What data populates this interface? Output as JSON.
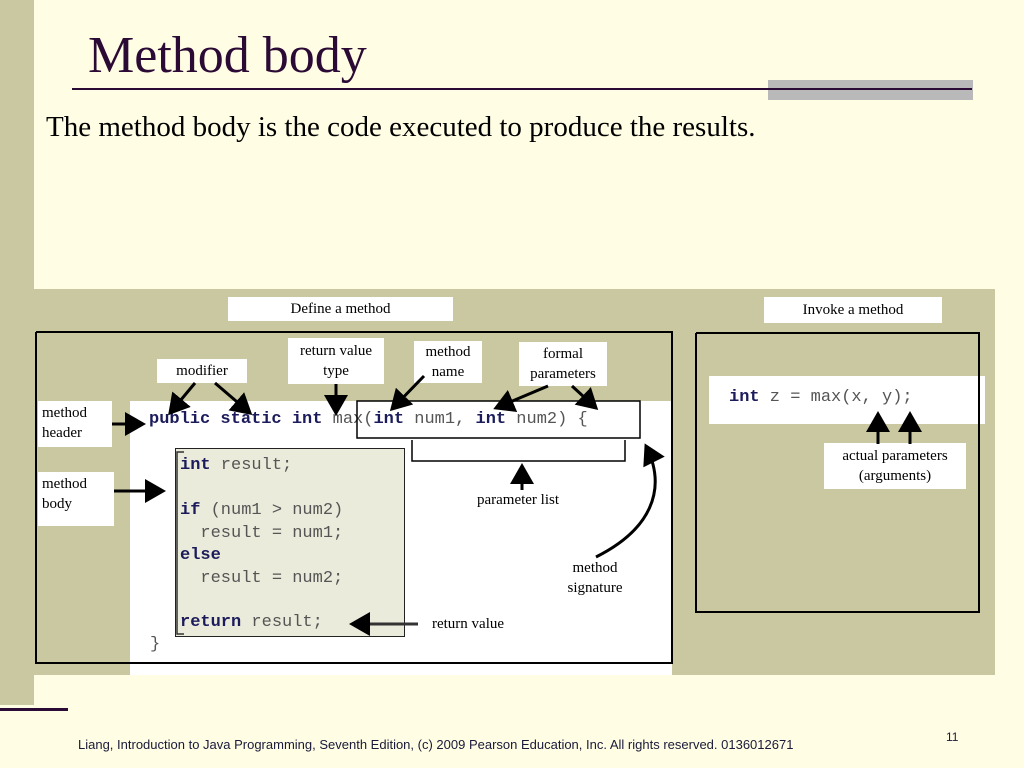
{
  "slide": {
    "title": "Method body",
    "subtitle": "The method body is the code executed to produce the results.",
    "footer": "Liang, Introduction to Java Programming, Seventh Edition, (c) 2009 Pearson Education, Inc. All rights reserved. 0136012671",
    "page_number": "11"
  },
  "diagram": {
    "define_label": "Define a method",
    "invoke_label": "Invoke a method",
    "labels": {
      "modifier": "modifier",
      "return_value_type_1": "return value",
      "return_value_type_2": "type",
      "method_name_1": "method",
      "method_name_2": "name",
      "formal_parameters_1": "formal",
      "formal_parameters_2": "parameters",
      "method_header_1": "method",
      "method_header_2": "header",
      "method_body_1": "method",
      "method_body_2": "body",
      "parameter_list": "parameter list",
      "method_signature_1": "method",
      "method_signature_2": "signature",
      "return_value": "return value",
      "actual_parameters_1": "actual parameters",
      "actual_parameters_2": "(arguments)"
    },
    "header_code": {
      "kw_public": "public",
      "kw_static": "static",
      "kw_int": "int",
      "max_open": "max(",
      "kw_int_2": "int",
      "num1": " num1, ",
      "kw_int_3": "int",
      "num2": " num2)",
      "brace_open": " {"
    },
    "body_code": {
      "l1_kw": "int",
      "l1_rest": " result;",
      "l2_kw": "if",
      "l2_rest": " (num1 > num2)",
      "l3": "  result = num1;",
      "l4_kw": "else",
      "l5": "  result = num2;",
      "l6_kw": "return",
      "l6_rest": " result;",
      "close": "}"
    },
    "invoke_code": {
      "kw_int": "int",
      "rest": " z = max(x, y);"
    }
  }
}
